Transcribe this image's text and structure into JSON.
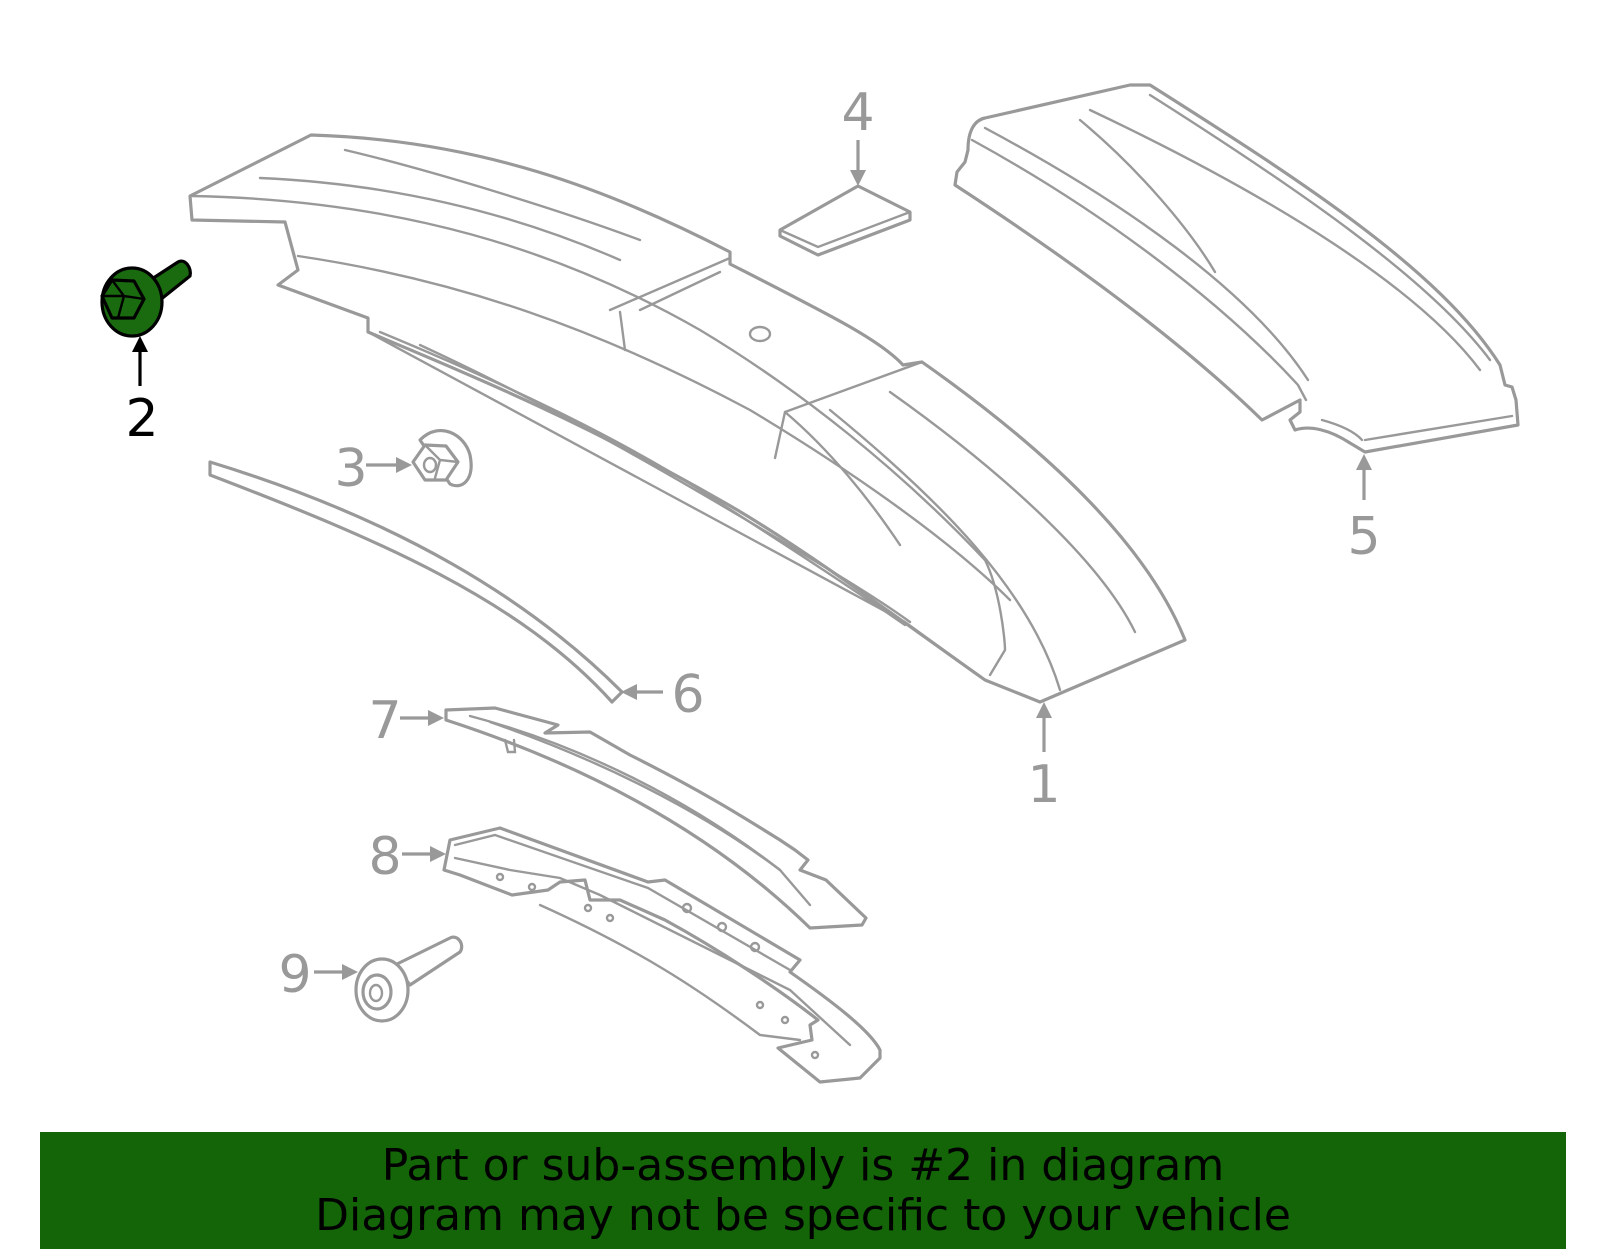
{
  "callouts": {
    "c1": "1",
    "c2": "2",
    "c3": "3",
    "c4": "4",
    "c5": "5",
    "c6": "6",
    "c7": "7",
    "c8": "8",
    "c9": "9"
  },
  "highlighted_part": "2",
  "colors": {
    "part_stroke": "#999999",
    "highlight_fill": "#1a6b10",
    "banner_background": "#136508",
    "banner_text": "#000000"
  },
  "banner": {
    "line1": "Part or sub-assembly is #2 in diagram",
    "line2": "Diagram may not be specific to your vehicle"
  }
}
